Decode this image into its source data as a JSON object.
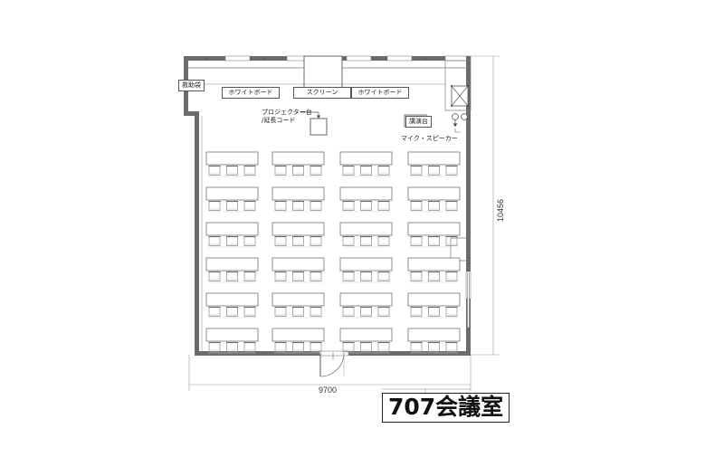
{
  "plan": {
    "room_title": "707会議室",
    "dimensions": {
      "width_label": "9700",
      "height_label": "10456"
    },
    "labels": {
      "rescue_bag": "救助袋",
      "whiteboard_left": "ホワイトボード",
      "screen": "スクリーン",
      "whiteboard_right": "ホワイトボード",
      "projector_stand": "プロジェクター台",
      "extension_cord": "/延長コード",
      "lectern": "講演台",
      "mic_speaker": "マイク・スピーカー"
    },
    "colors": {
      "wall": "#6b6b6b",
      "line": "#555555",
      "furniture_stroke": "#777777",
      "dim_line": "#999999",
      "background": "#ffffff"
    },
    "seating": {
      "columns": 4,
      "rows": 6,
      "chairs_per_table": 3,
      "total_tables": 24,
      "total_seats": 72
    },
    "fixtures": [
      {
        "name": "equipment-cabinet",
        "symbol": "X-box"
      },
      {
        "name": "microphone",
        "symbol": "circle"
      },
      {
        "name": "speaker",
        "symbol": "circle"
      },
      {
        "name": "entrance-door",
        "symbol": "swing-arc"
      },
      {
        "name": "side-door",
        "symbol": "sliding"
      },
      {
        "name": "projector-alcove",
        "symbol": "recess"
      }
    ]
  }
}
